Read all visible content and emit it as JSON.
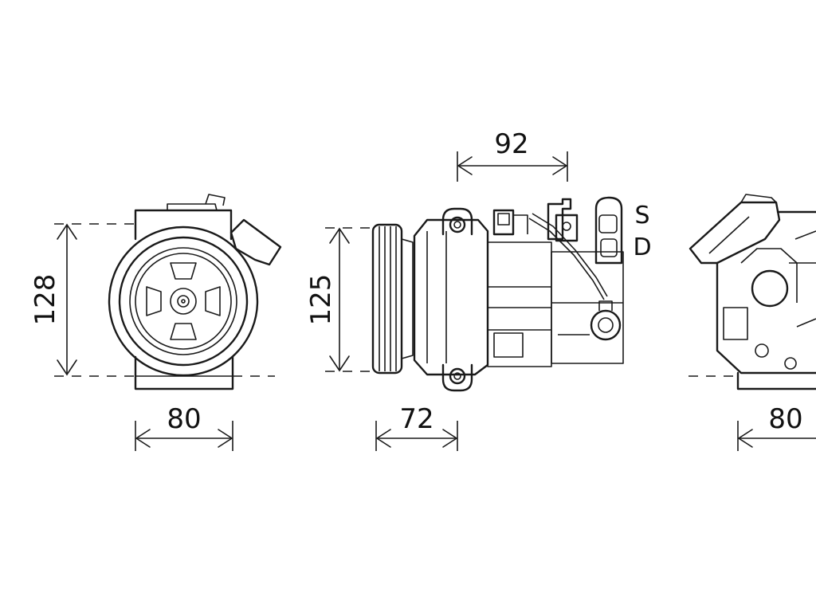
{
  "views": [
    {
      "id": "front",
      "dimensions": {
        "height": "128",
        "width": "80"
      }
    },
    {
      "id": "side",
      "dimensions": {
        "height": "125",
        "port_spacing": "92",
        "depth": "72"
      },
      "port_labels": {
        "suction": "S",
        "discharge": "D"
      }
    },
    {
      "id": "rear",
      "dimensions": {
        "width": "80"
      }
    }
  ]
}
